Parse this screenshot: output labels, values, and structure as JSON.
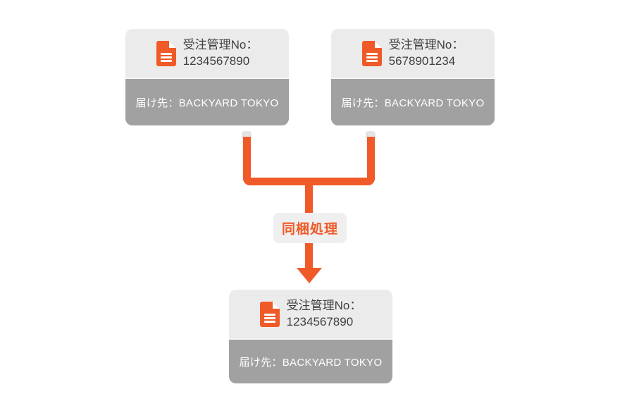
{
  "colors": {
    "accent_orange": "#f05a28",
    "card_top_bg": "#ebebeb",
    "band_bg": "#a1a1a1",
    "label_bg": "#efefef",
    "text_dark": "#3f3f3f",
    "band_text": "#ffffff"
  },
  "icons": {
    "document": "document-icon"
  },
  "cards": {
    "source_left": {
      "order_label": "受注管理No：",
      "order_no": "1234567890",
      "destination": "届け先：BACKYARD TOKYO"
    },
    "source_right": {
      "order_label": "受注管理No：",
      "order_no": "5678901234",
      "destination": "届け先：BACKYARD TOKYO"
    },
    "result": {
      "order_label": "受注管理No：",
      "order_no": "1234567890",
      "destination": "届け先：BACKYARD TOKYO"
    }
  },
  "process": {
    "label": "同梱処理"
  }
}
